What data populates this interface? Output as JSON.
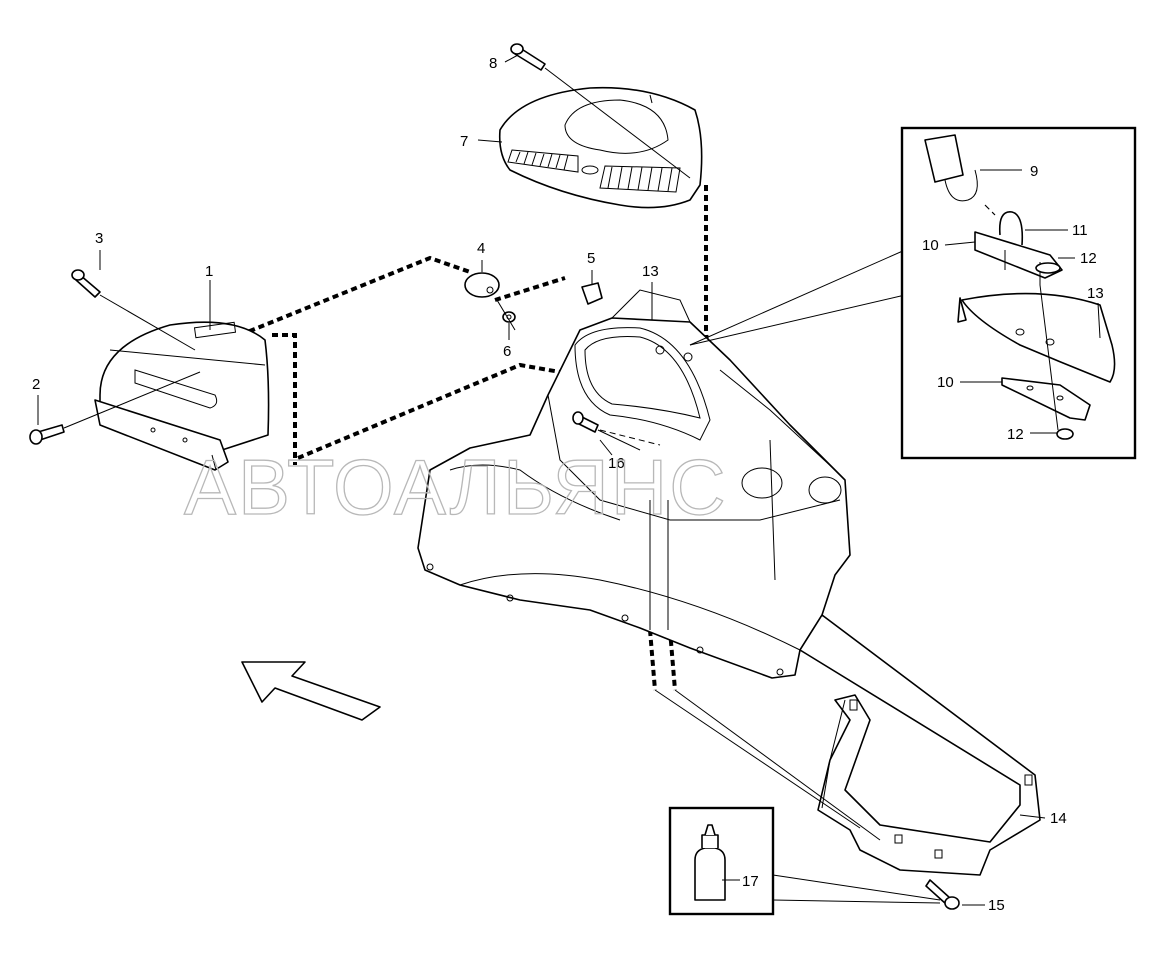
{
  "watermark": "АВТОАЛЬЯНС",
  "callouts": {
    "c1": "1",
    "c2": "2",
    "c3": "3",
    "c4": "4",
    "c5": "5",
    "c6": "6",
    "c7": "7",
    "c8": "8",
    "c9": "9",
    "c10a": "10",
    "c10b": "10",
    "c11": "11",
    "c12a": "12",
    "c12b": "12",
    "c13a": "13",
    "c13b": "13",
    "c14": "14",
    "c15": "15",
    "c16": "16",
    "c17": "17"
  },
  "colors": {
    "line": "#000000",
    "background": "#ffffff",
    "watermark": "#b8b8b8"
  }
}
